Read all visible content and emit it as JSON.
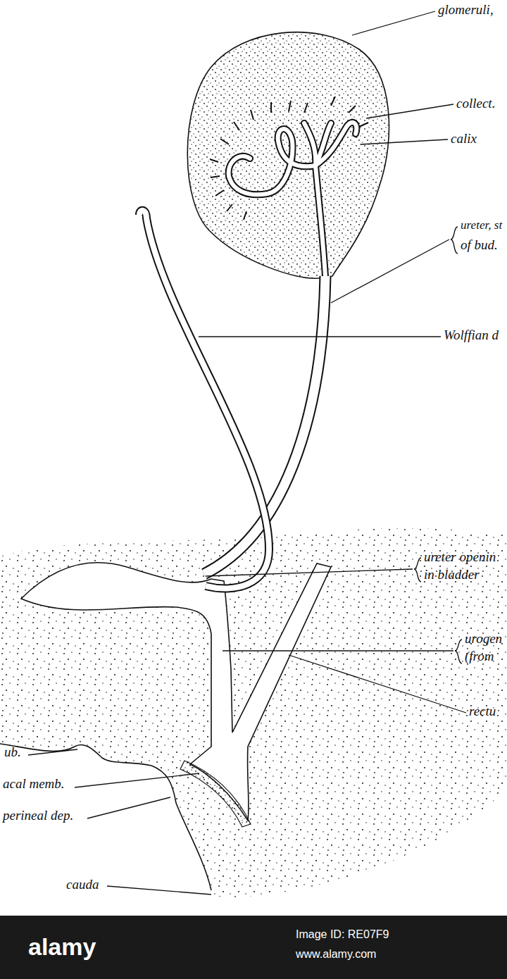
{
  "diagram": {
    "labels": [
      "glomeruli,",
      "collect.",
      "calix",
      "ureter, st",
      "of bud.",
      "Wolffian d",
      "ureter openin",
      "in bladder",
      "urogen",
      "(from",
      "rectu",
      "ub.",
      "acal memb.",
      "perineal dep.",
      "cauda",
      "alamy",
      "Image ID: RE07F9",
      "www.alamy.com"
    ]
  }
}
